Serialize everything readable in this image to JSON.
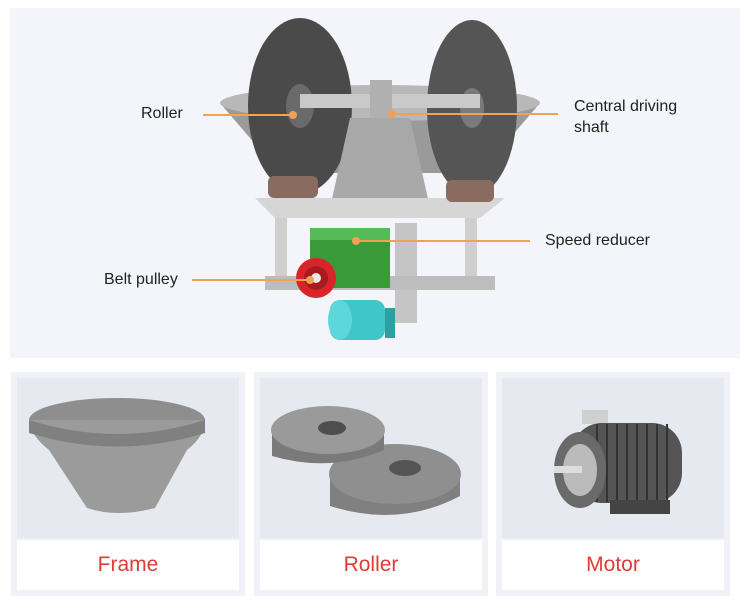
{
  "callouts": {
    "roller": "Roller",
    "central_shaft_line1": "Central driving",
    "central_shaft_line2": "shaft",
    "speed_reducer": "Speed reducer",
    "belt_pulley": "Belt pulley"
  },
  "components": [
    {
      "label": "Frame"
    },
    {
      "label": "Roller"
    },
    {
      "label": "Motor"
    }
  ],
  "colors": {
    "callout_line": "#f0a155",
    "label_text": "#e03b37",
    "reducer": "#3a9a3a",
    "motor": "#3fc6c8",
    "pulley": "#d9252a"
  }
}
